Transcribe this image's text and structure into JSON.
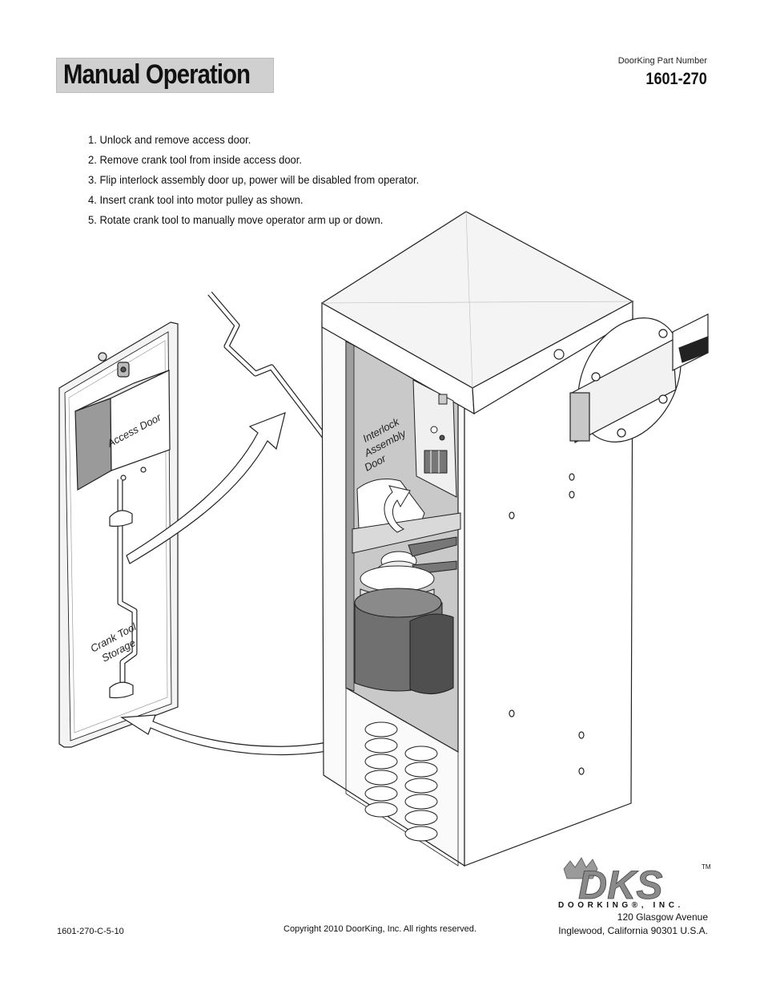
{
  "header": {
    "title": "Manual Operation",
    "part_number_label": "DoorKing Part Number",
    "part_number": "1601-270"
  },
  "steps": [
    "1. Unlock and remove access door.",
    "2. Remove crank tool from inside access door.",
    "3. Flip interlock assembly door up, power will be disabled from operator.",
    "4. Insert crank tool into motor pulley as shown.",
    "5. Rotate crank tool to manually move operator arm up or down."
  ],
  "figure": {
    "label_access_door": "Access Door",
    "label_crank_tool_1": "Crank Tool",
    "label_crank_tool_2": "Storage",
    "label_interlock_1": "Interlock",
    "label_interlock_2": "Assembly",
    "label_interlock_3": "Door"
  },
  "footer": {
    "doc_code": "1601-270-C-5-10",
    "copyright": "Copyright 2010 DoorKing, Inc. All rights reserved.",
    "logo_text": "DKS",
    "logo_tm": "TM",
    "logo_company": "DOORKING®, INC.",
    "address_line1": "120 Glasgow Avenue",
    "address_line2": "Inglewood, California 90301 U.S.A."
  },
  "colors": {
    "title_box": "#d0d0d0",
    "cabinet_interior": "#c7c7c7",
    "motor": "#6e6e6e",
    "logo": "#8a8a8a"
  }
}
